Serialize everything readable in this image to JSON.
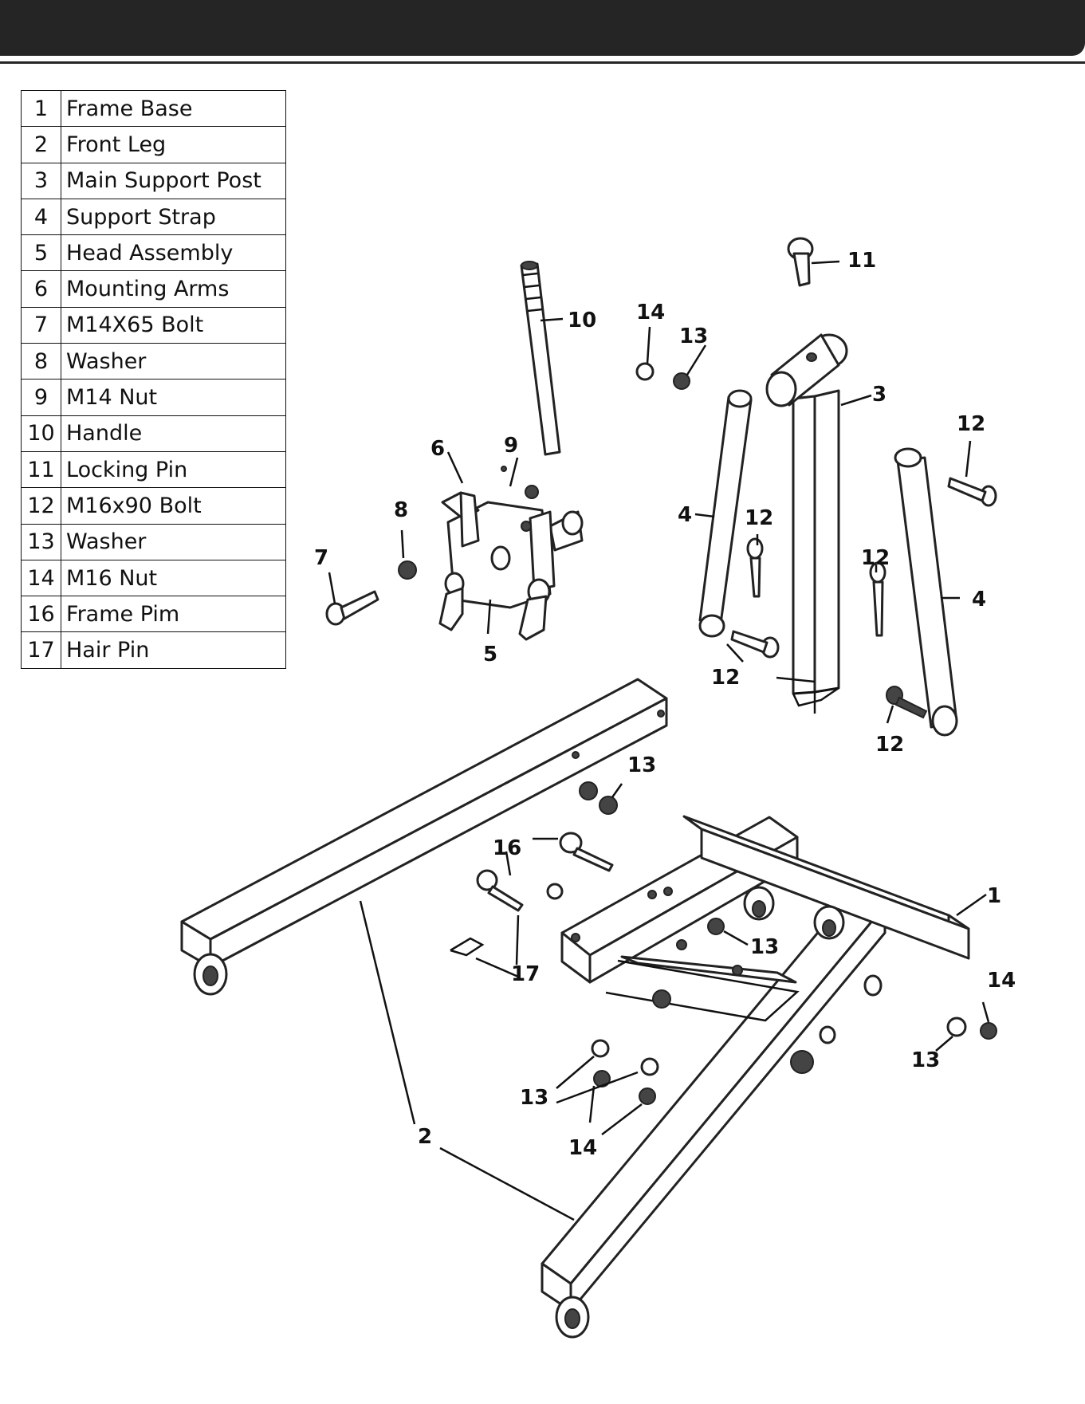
{
  "parts": [
    {
      "no": "1",
      "name": "Frame Base"
    },
    {
      "no": "2",
      "name": "Front Leg"
    },
    {
      "no": "3",
      "name": "Main Support Post"
    },
    {
      "no": "4",
      "name": "Support Strap"
    },
    {
      "no": "5",
      "name": "Head Assembly"
    },
    {
      "no": "6",
      "name": "Mounting Arms"
    },
    {
      "no": "7",
      "name": "M14X65 Bolt"
    },
    {
      "no": "8",
      "name": "Washer"
    },
    {
      "no": "9",
      "name": "M14 Nut"
    },
    {
      "no": "10",
      "name": "Handle"
    },
    {
      "no": "11",
      "name": "Locking Pin"
    },
    {
      "no": "12",
      "name": "M16x90 Bolt"
    },
    {
      "no": "13",
      "name": "Washer"
    },
    {
      "no": "14",
      "name": "M16 Nut"
    },
    {
      "no": "16",
      "name": "Frame Pim"
    },
    {
      "no": "17",
      "name": "Hair Pin"
    }
  ],
  "callouts": {
    "c1": "1",
    "c2": "2",
    "c3": "3",
    "c4a": "4",
    "c4b": "4",
    "c5": "5",
    "c6": "6",
    "c7": "7",
    "c8": "8",
    "c9": "9",
    "c10": "10",
    "c11": "11",
    "c12a": "12",
    "c12b": "12",
    "c12c": "12",
    "c12d": "12",
    "c12e": "12",
    "c13a": "13",
    "c13b": "13",
    "c13c": "13",
    "c13d": "13",
    "c13e": "13",
    "c14a": "14",
    "c14b": "14",
    "c14c": "14",
    "c16": "16",
    "c17": "17"
  }
}
